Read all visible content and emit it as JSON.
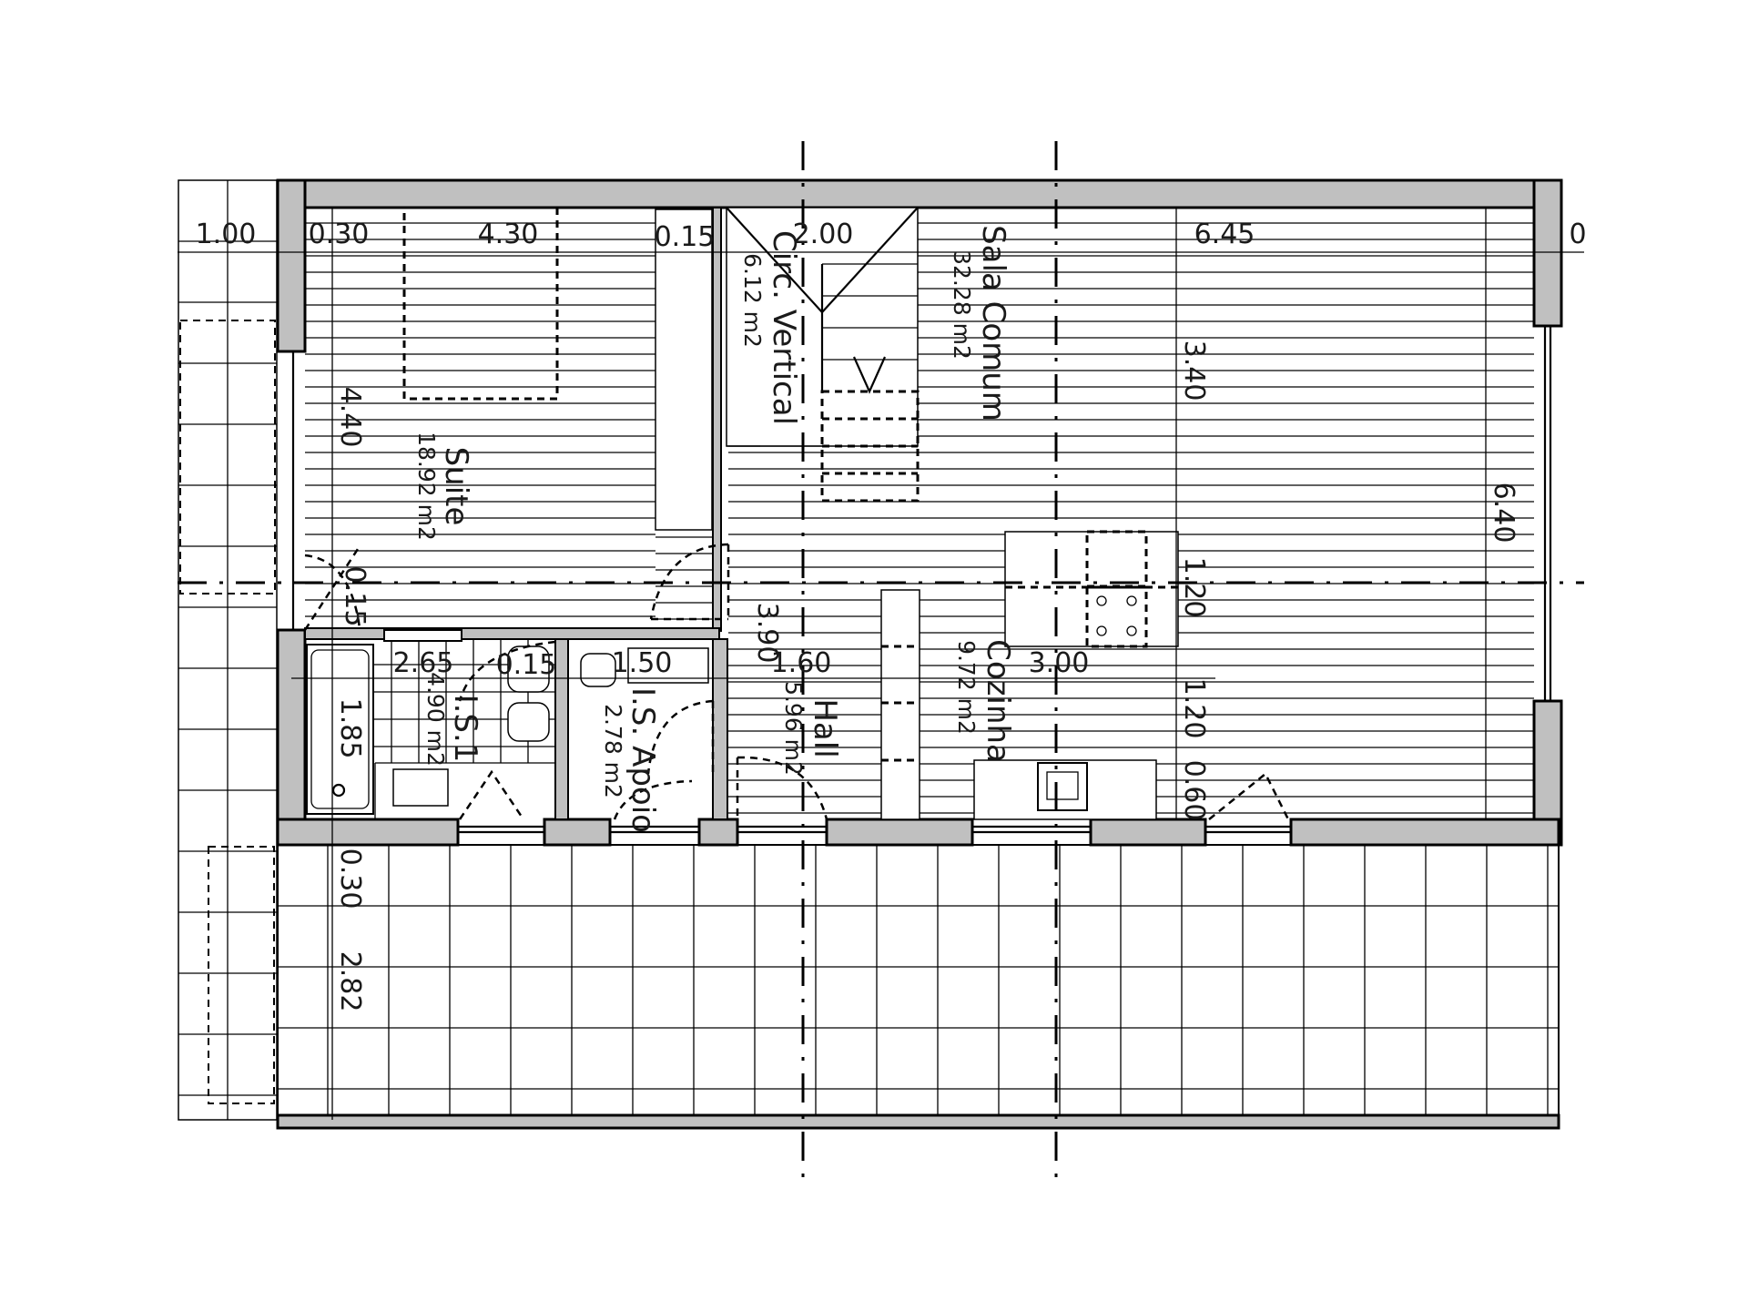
{
  "drawing": {
    "rooms": [
      {
        "name": "Suite",
        "area": "18.92 m2"
      },
      {
        "name": "Circ. Vertical",
        "area": "6.12 m2"
      },
      {
        "name": "Sala Comum",
        "area": "32.28 m2"
      },
      {
        "name": "I.S.1",
        "area": "4.90 m2"
      },
      {
        "name": "I.S. Apoio",
        "area": "2.78 m2"
      },
      {
        "name": "Hall",
        "area": "5.96 m2"
      },
      {
        "name": "Cozinha",
        "area": "9.72 m2"
      }
    ],
    "dimensions": {
      "top": [
        "1.00",
        "0.30",
        "4.30",
        "0.15",
        "2.00",
        "6.45",
        "0"
      ],
      "vertical": [
        "4.40",
        "0.15",
        "3.40",
        "6.40",
        "1.20",
        "3.90",
        "1.20",
        "0.60",
        "1.85",
        "0.30",
        "2.82"
      ],
      "mid": [
        "2.65",
        "0.15",
        "1.50",
        "1.60",
        "3.00"
      ]
    }
  }
}
